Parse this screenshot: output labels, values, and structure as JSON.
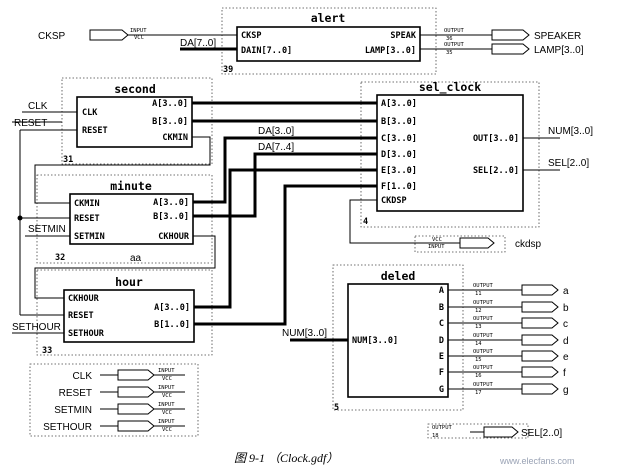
{
  "blocks": {
    "alert": {
      "title": "alert",
      "number": "39",
      "inputs": [
        "CKSP",
        "DAIN[7..0]"
      ],
      "outputs": [
        "SPEAK",
        "LAMP[3..0]"
      ]
    },
    "second": {
      "title": "second",
      "number": "31",
      "inputs": [
        "CLK",
        "RESET"
      ],
      "outputs": [
        "A[3..0]",
        "B[3..0]",
        "CKMIN"
      ]
    },
    "minute": {
      "title": "minute",
      "number": "32",
      "inputs": [
        "CKMIN",
        "RESET",
        "SETMIN"
      ],
      "outputs": [
        "A[3..0]",
        "B[3..0]",
        "CKHOUR"
      ]
    },
    "hour": {
      "title": "hour",
      "number": "33",
      "inputs": [
        "CKHOUR",
        "RESET",
        "SETHOUR"
      ],
      "outputs": [
        "A[3..0]",
        "B[1..0]"
      ]
    },
    "sel_clock": {
      "title": "sel_clock",
      "number": "4",
      "inputs": [
        "A[3..0]",
        "B[3..0]",
        "C[3..0]",
        "D[3..0]",
        "E[3..0]",
        "F[1..0]",
        "CKDSP"
      ],
      "outputs": [
        "OUT[3..0]",
        "SEL[2..0]"
      ]
    },
    "deled": {
      "title": "deled",
      "number": "5",
      "input": "NUM[3..0]",
      "outputs": [
        "A",
        "B",
        "C",
        "D",
        "E",
        "F",
        "G"
      ]
    }
  },
  "signals": {
    "cksp": "CKSP",
    "da70": "DA[7..0]",
    "speaker": "SPEAKER",
    "lamp": "LAMP[3..0]",
    "clk": "CLK",
    "reset": "RESET",
    "setmin": "SETMIN",
    "sethour": "SETHOUR",
    "da30": "DA[3..0]",
    "da74": "DA[7..4]",
    "aa": "aa",
    "num": "NUM[3..0]",
    "sel": "SEL[2..0]",
    "ckdsp": "ckdsp",
    "num_in": "NUM[3..0]"
  },
  "pins": {
    "input": "INPUT",
    "output": "OUTPUT",
    "vcc": "VCC",
    "pin_numbers": {
      "speaker": "36",
      "lamp": "35",
      "a": "11",
      "b": "12",
      "c": "13",
      "d": "14",
      "e": "15",
      "f": "16",
      "g": "17",
      "sel": "18"
    }
  },
  "outputs_deled": [
    "a",
    "b",
    "c",
    "d",
    "e",
    "f",
    "g"
  ],
  "legend_inputs": [
    "CLK",
    "RESET",
    "SETMIN",
    "SETHOUR"
  ],
  "caption": "图 9-1 （Clock.gdf）",
  "watermark": "www.elecfans.com"
}
